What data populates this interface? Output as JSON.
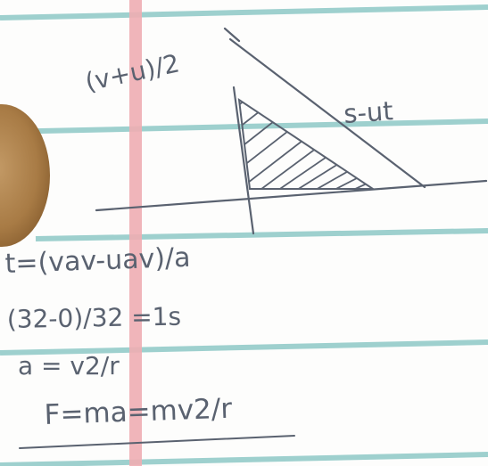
{
  "notebook": {
    "paper_color": "#fdfdfc",
    "rule_line_color": "#8ec9c7",
    "margin_line_color": "#eeadb3",
    "ink_color": "#5a6270",
    "punch_hole_color": "#b08452"
  },
  "diagram": {
    "label_height": "(v+u)/2",
    "label_hypotenuse": "s-ut"
  },
  "equations": [
    "t=(vav-uav)/a",
    "(32-0)/32 =1s",
    "a = v2/r",
    "F=ma=mv2/r"
  ]
}
